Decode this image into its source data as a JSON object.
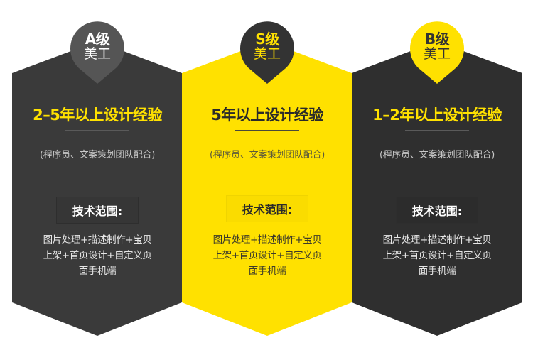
{
  "colors": {
    "dark_panel": "#3a3a3a",
    "dark_panel_right": "#2f2f2f",
    "yellow_panel": "#ffe100",
    "badge_a": "#555555",
    "badge_s": "#333333",
    "badge_b": "#ffe100"
  },
  "panels": [
    {
      "badge": {
        "line1": "A级",
        "line2": "美工"
      },
      "title": "2–5年以上设计经验",
      "subtitle": "(程序员、文案策划团队配合)",
      "scope_label": "技术范围:",
      "description": [
        "图片处理+描述制作+宝贝",
        "上架+首页设计+自定义页",
        "面手机端"
      ]
    },
    {
      "badge": {
        "line1": "S级",
        "line2": "美工"
      },
      "title": "5年以上设计经验",
      "subtitle": "(程序员、文案策划团队配合)",
      "scope_label": "技术范围:",
      "description": [
        "图片处理+描述制作+宝贝",
        "上架+首页设计+自定义页",
        "面手机端"
      ]
    },
    {
      "badge": {
        "line1": "B级",
        "line2": "美工"
      },
      "title": "1–2年以上设计经验",
      "subtitle": "(程序员、文案策划团队配合)",
      "scope_label": "技术范围:",
      "description": [
        "图片处理+描述制作+宝贝",
        "上架+首页设计+自定义页",
        "面手机端"
      ]
    }
  ]
}
